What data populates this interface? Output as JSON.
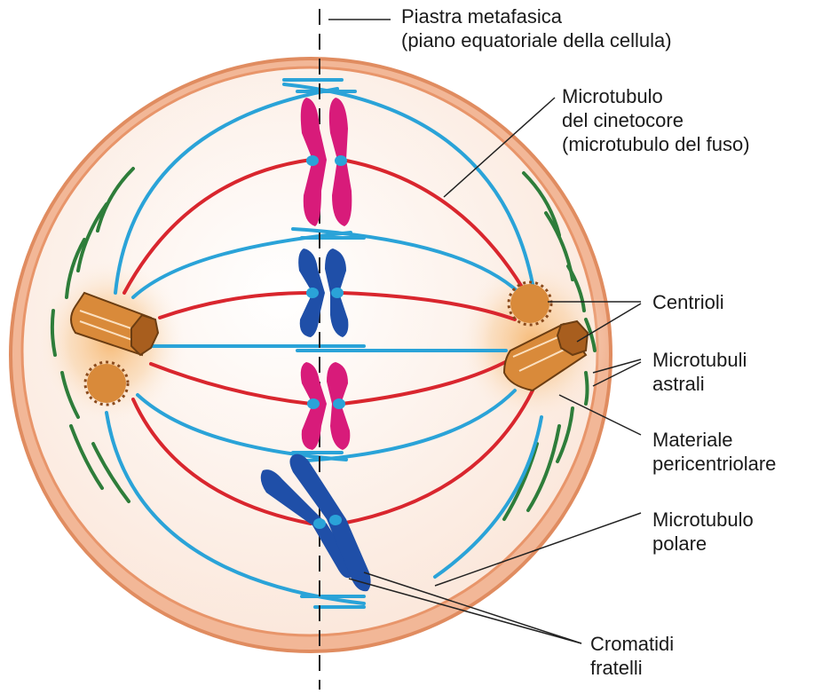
{
  "labels": {
    "piastra_line1": "Piastra metafasica",
    "piastra_line2": "(piano equatoriale della cellula)",
    "mt_cinetocore_line1": "Microtubulo",
    "mt_cinetocore_line2": "del cinetocore",
    "mt_cinetocore_line3": "(microtubulo del fuso)",
    "centrioli": "Centrioli",
    "astrali_line1": "Microtubuli",
    "astrali_line2": "astrali",
    "pericentriolare_line1": "Materiale",
    "pericentriolare_line2": "pericentriolare",
    "polare_line1": "Microtubulo",
    "polare_line2": "polare",
    "cromatidi_line1": "Cromatidi",
    "cromatidi_line2": "fratelli"
  },
  "colors": {
    "cell_membrane": "#e8956a",
    "cell_fill": "#fdf3ec",
    "kinetochore_microtubule": "#d9262e",
    "polar_microtubule": "#2aa3d8",
    "astral_microtubule": "#2e7d3a",
    "chromosome_magenta": "#d81b7a",
    "chromosome_blue": "#1f4fa8",
    "centriole": "#d98a3a",
    "pericentriolar_glow": "#f6b872"
  },
  "icons": {
    "centriole": "centriole-cylinder-icon",
    "chromosome": "chromosome-x-icon"
  }
}
